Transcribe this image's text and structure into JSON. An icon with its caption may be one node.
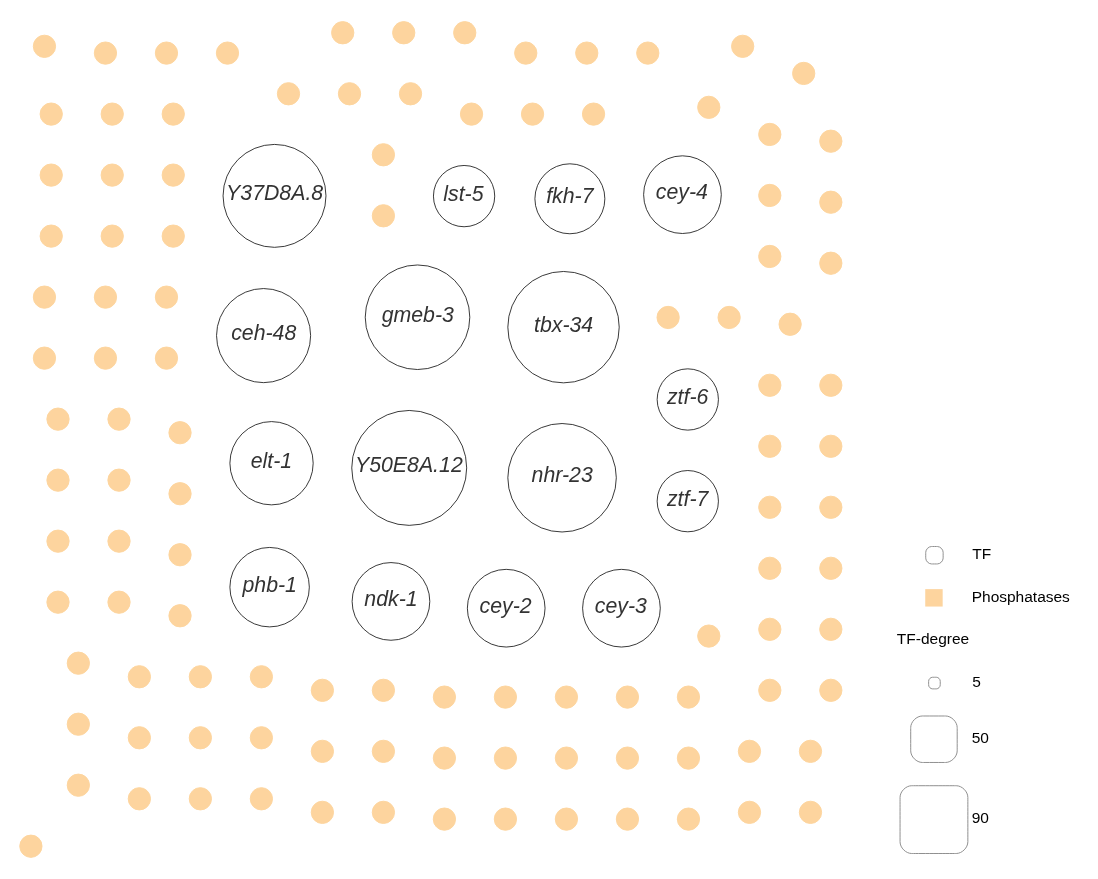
{
  "diagram": {
    "nodes": [
      {
        "text": [
          "gmeb-3"
        ]
      },
      {
        "text": [
          "elt-1"
        ]
      },
      {
        "text": [
          "lst-5"
        ]
      },
      {
        "text": [
          "phb-1"
        ]
      },
      {
        "text": [
          "ztf-7"
        ]
      },
      {
        "text": [
          "ndk-1"
        ]
      },
      {
        "text": [
          "fkh-7"
        ]
      },
      {
        "text": [
          "nhr-23"
        ]
      },
      {
        "text": [
          "cey-2"
        ]
      },
      {
        "text": [
          "ztf-6"
        ]
      },
      {
        "text": [
          "Y50E8A.12"
        ]
      },
      {
        "text": [
          "cey-3"
        ]
      },
      {
        "text": [
          "tbx-34"
        ]
      },
      {
        "text": [
          "cey-4"
        ]
      },
      {
        "text": [
          "Y37D8A.8"
        ]
      },
      {
        "text": [
          "ceh-48"
        ]
      },
      {
        "text": [],
        "shape": "circle"
      },
      {
        "text": [],
        "shape": "circle"
      },
      {
        "text": [],
        "shape": "circle"
      },
      {
        "text": [],
        "shape": "circle"
      },
      {
        "text": [],
        "shape": "circle"
      },
      {
        "text": [],
        "shape": "circle"
      },
      {
        "text": [],
        "shape": "circle"
      },
      {
        "text": [],
        "shape": "circle"
      },
      {
        "text": [],
        "shape": "circle"
      },
      {
        "text": [],
        "shape": "circle"
      },
      {
        "text": [],
        "shape": "circle"
      },
      {
        "text": [],
        "shape": "circle"
      },
      {
        "text": [],
        "shape": "circle"
      },
      {
        "text": [],
        "shape": "circle"
      },
      {
        "text": [],
        "shape": "circle"
      },
      {
        "text": [],
        "shape": "circle"
      },
      {
        "text": [],
        "shape": "circle"
      },
      {
        "text": [],
        "shape": "circle"
      },
      {
        "text": [],
        "shape": "circle"
      },
      {
        "text": [],
        "shape": "circle"
      },
      {
        "text": [],
        "shape": "circle"
      },
      {
        "text": [],
        "shape": "circle"
      },
      {
        "text": [],
        "shape": "circle"
      },
      {
        "text": [],
        "shape": "circle"
      },
      {
        "text": [],
        "shape": "circle"
      },
      {
        "text": [],
        "shape": "circle"
      },
      {
        "text": [],
        "shape": "circle"
      },
      {
        "text": [],
        "shape": "circle"
      },
      {
        "text": [],
        "shape": "circle"
      },
      {
        "text": [],
        "shape": "circle"
      },
      {
        "text": [],
        "shape": "circle"
      },
      {
        "text": [],
        "shape": "circle"
      },
      {
        "text": [],
        "shape": "circle"
      },
      {
        "text": [],
        "shape": "circle"
      },
      {
        "text": [],
        "shape": "circle"
      },
      {
        "text": [],
        "shape": "circle"
      },
      {
        "text": [],
        "shape": "circle"
      },
      {
        "text": [],
        "shape": "circle"
      },
      {
        "text": [],
        "shape": "circle"
      },
      {
        "text": [],
        "shape": "circle"
      },
      {
        "text": [],
        "shape": "circle"
      },
      {
        "text": [],
        "shape": "circle"
      },
      {
        "text": [],
        "shape": "circle"
      },
      {
        "text": [],
        "shape": "circle"
      },
      {
        "text": [],
        "shape": "circle"
      },
      {
        "text": [],
        "shape": "circle"
      },
      {
        "text": [],
        "shape": "circle"
      },
      {
        "text": [],
        "shape": "circle"
      },
      {
        "text": [],
        "shape": "circle"
      },
      {
        "text": [],
        "shape": "circle"
      },
      {
        "text": [],
        "shape": "circle"
      },
      {
        "text": [],
        "shape": "circle"
      },
      {
        "text": [],
        "shape": "circle"
      },
      {
        "text": [],
        "shape": "circle"
      },
      {
        "text": [],
        "shape": "circle"
      },
      {
        "text": [],
        "shape": "circle"
      },
      {
        "text": [],
        "shape": "circle"
      },
      {
        "text": [],
        "shape": "circle"
      },
      {
        "text": [],
        "shape": "circle"
      },
      {
        "text": [],
        "shape": "circle"
      },
      {
        "text": [],
        "shape": "circle"
      },
      {
        "text": [],
        "shape": "circle"
      },
      {
        "text": [],
        "shape": "circle"
      },
      {
        "text": [],
        "shape": "circle"
      },
      {
        "text": [],
        "shape": "circle"
      },
      {
        "text": [],
        "shape": "circle"
      },
      {
        "text": [],
        "shape": "circle"
      },
      {
        "text": [],
        "shape": "circle"
      },
      {
        "text": [],
        "shape": "circle"
      },
      {
        "text": [],
        "shape": "circle"
      },
      {
        "text": [],
        "shape": "circle"
      },
      {
        "text": [],
        "shape": "circle"
      },
      {
        "text": [],
        "shape": "circle"
      },
      {
        "text": [],
        "shape": "circle"
      },
      {
        "text": [],
        "shape": "circle"
      },
      {
        "text": [],
        "shape": "circle"
      },
      {
        "text": [],
        "shape": "circle"
      },
      {
        "text": [],
        "shape": "circle"
      },
      {
        "text": [],
        "shape": "circle"
      },
      {
        "text": [],
        "shape": "circle"
      },
      {
        "text": [],
        "shape": "circle"
      },
      {
        "text": [],
        "shape": "circle"
      },
      {
        "text": [],
        "shape": "circle"
      },
      {
        "text": [],
        "shape": "circle"
      },
      {
        "text": [],
        "shape": "circle"
      },
      {
        "text": [],
        "shape": "circle"
      },
      {
        "text": [],
        "shape": "circle"
      },
      {
        "text": [],
        "shape": "circle"
      },
      {
        "text": [],
        "shape": "circle"
      },
      {
        "text": [],
        "shape": "circle"
      },
      {
        "text": [],
        "shape": "circle"
      },
      {
        "text": [],
        "shape": "circle"
      },
      {
        "text": [],
        "shape": "circle"
      },
      {
        "text": [],
        "shape": "circle"
      },
      {
        "text": [],
        "shape": "circle"
      },
      {
        "text": [],
        "shape": "circle"
      },
      {
        "text": [],
        "shape": "circle"
      },
      {
        "text": [],
        "shape": "circle"
      },
      {
        "text": [],
        "shape": "circle"
      },
      {
        "text": [],
        "shape": "circle"
      },
      {
        "text": [],
        "shape": "circle"
      },
      {
        "text": [],
        "shape": "circle"
      },
      {
        "text": [],
        "shape": "circle"
      },
      {
        "text": [],
        "shape": "circle"
      },
      {
        "text": [],
        "shape": "circle"
      },
      {
        "text": [],
        "shape": "circle"
      },
      {
        "text": [],
        "shape": "circle"
      },
      {
        "text": [],
        "shape": "circle"
      }
    ],
    "labels": [
      "TF-degree"
    ],
    "legend": [
      {
        "text": "TF"
      },
      {
        "text": "Phosphatases",
        "color": "#fdd49e"
      },
      {
        "text": "5"
      },
      {
        "text": "50"
      },
      {
        "text": "90"
      }
    ]
  }
}
